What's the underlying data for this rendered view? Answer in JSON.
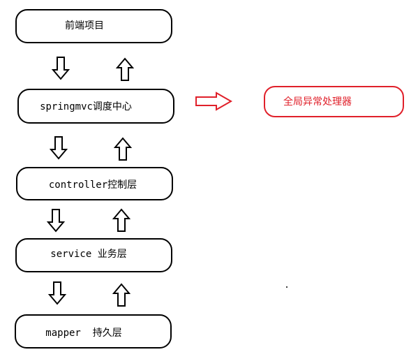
{
  "layers": [
    {
      "id": "frontend",
      "label": "前端项目"
    },
    {
      "id": "springmvc",
      "label": "springmvc调度中心"
    },
    {
      "id": "controller",
      "label": "controller控制层"
    },
    {
      "id": "service",
      "label": "service 业务层"
    },
    {
      "id": "mapper",
      "label": "mapper  持久层"
    }
  ],
  "handler": {
    "label": "全局异常处理器"
  },
  "colors": {
    "box_border": "#000000",
    "arrow": "#000000",
    "handler": "#e0202a",
    "background": "#ffffff"
  }
}
